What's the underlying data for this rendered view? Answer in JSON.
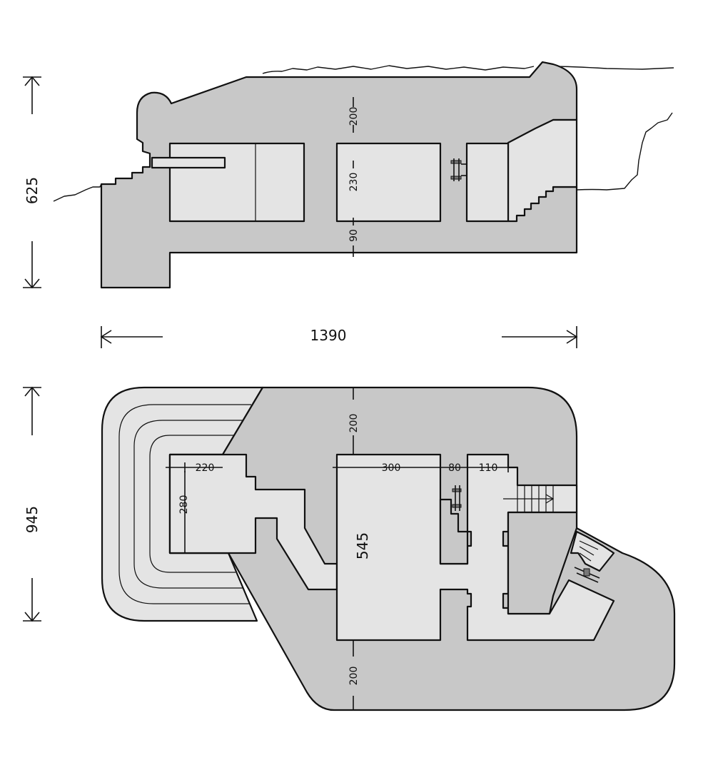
{
  "section_view": {
    "overall_height_label": "625",
    "dim_top_wall": "200",
    "dim_room_height": "230",
    "dim_floor": "90"
  },
  "overall_length_label": "1390",
  "plan_view": {
    "overall_width_label": "945",
    "dim_front_wall": "200",
    "dim_back_wall": "200",
    "dim_small_room_width": "220",
    "dim_small_room_depth": "280",
    "dim_main_room_width": "300",
    "dim_main_room_length": "545",
    "dim_partition": "80",
    "dim_corridor": "110"
  }
}
